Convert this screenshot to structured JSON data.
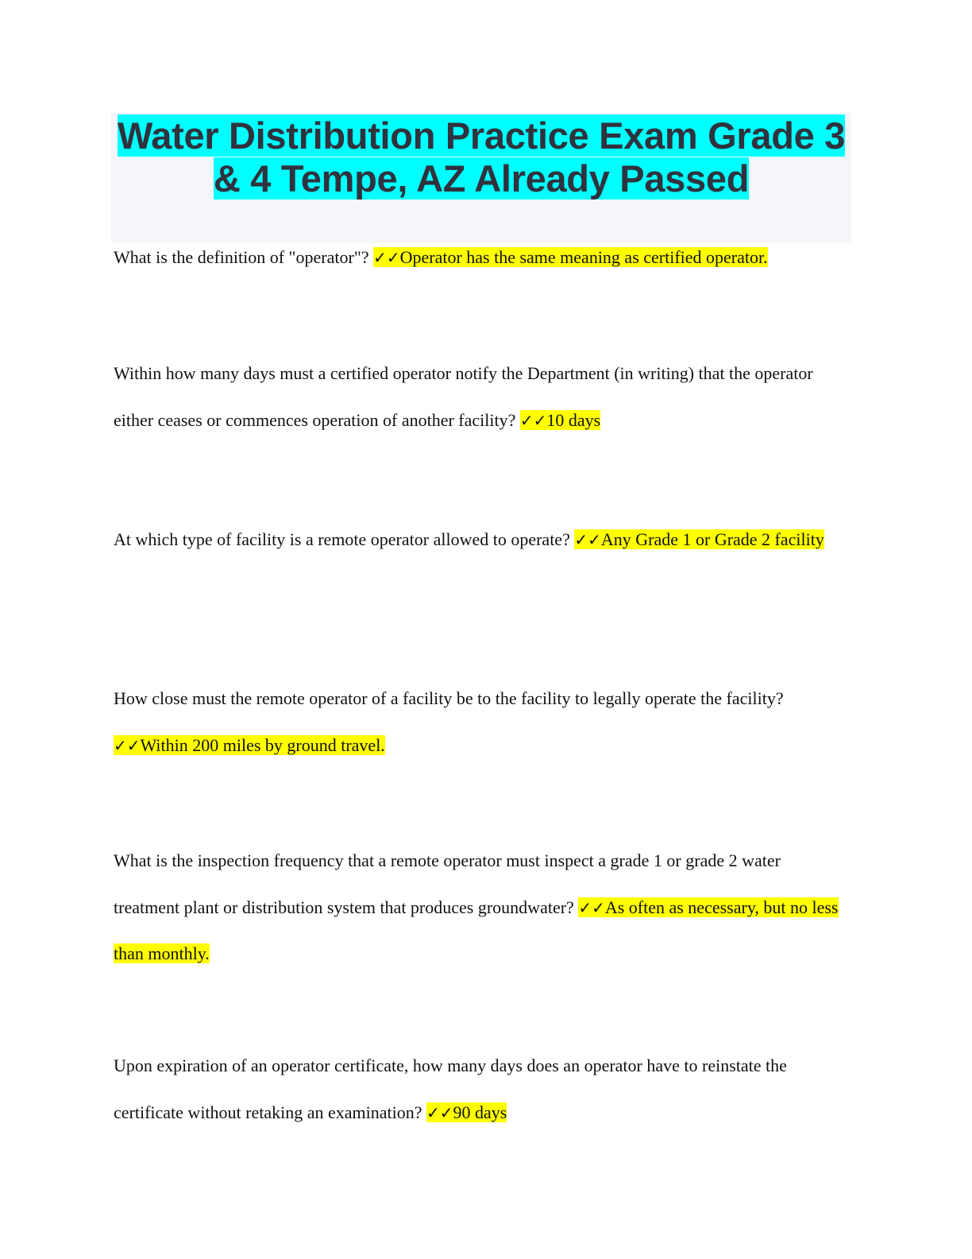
{
  "document": {
    "title": "Water Distribution Practice Exam Grade 3 & 4 Tempe, AZ Already Passed",
    "check_mark": "✓✓",
    "items": [
      {
        "question": "What is the definition of \"operator\"?",
        "answer": "Operator has the same meaning as certified operator."
      },
      {
        "question": "Within how many days must a certified operator notify the Department (in writing) that the operator either ceases or commences operation of another facility?",
        "answer": "10 days"
      },
      {
        "question": "At which type of facility is a remote operator allowed to operate?",
        "answer": "Any Grade 1 or Grade 2 facility"
      },
      {
        "question": "How close must the remote operator of a facility be to the facility to legally operate the facility?",
        "answer": "Within 200 miles by ground travel."
      },
      {
        "question": "What is the inspection frequency that a remote operator must inspect a grade 1 or grade 2 water treatment plant or distribution system that produces groundwater?",
        "answer": "As often as necessary, but no less than monthly."
      },
      {
        "question": "Upon expiration of an operator certificate, how many days does an operator have to reinstate the certificate without retaking an examination?",
        "answer": "90 days"
      }
    ]
  }
}
